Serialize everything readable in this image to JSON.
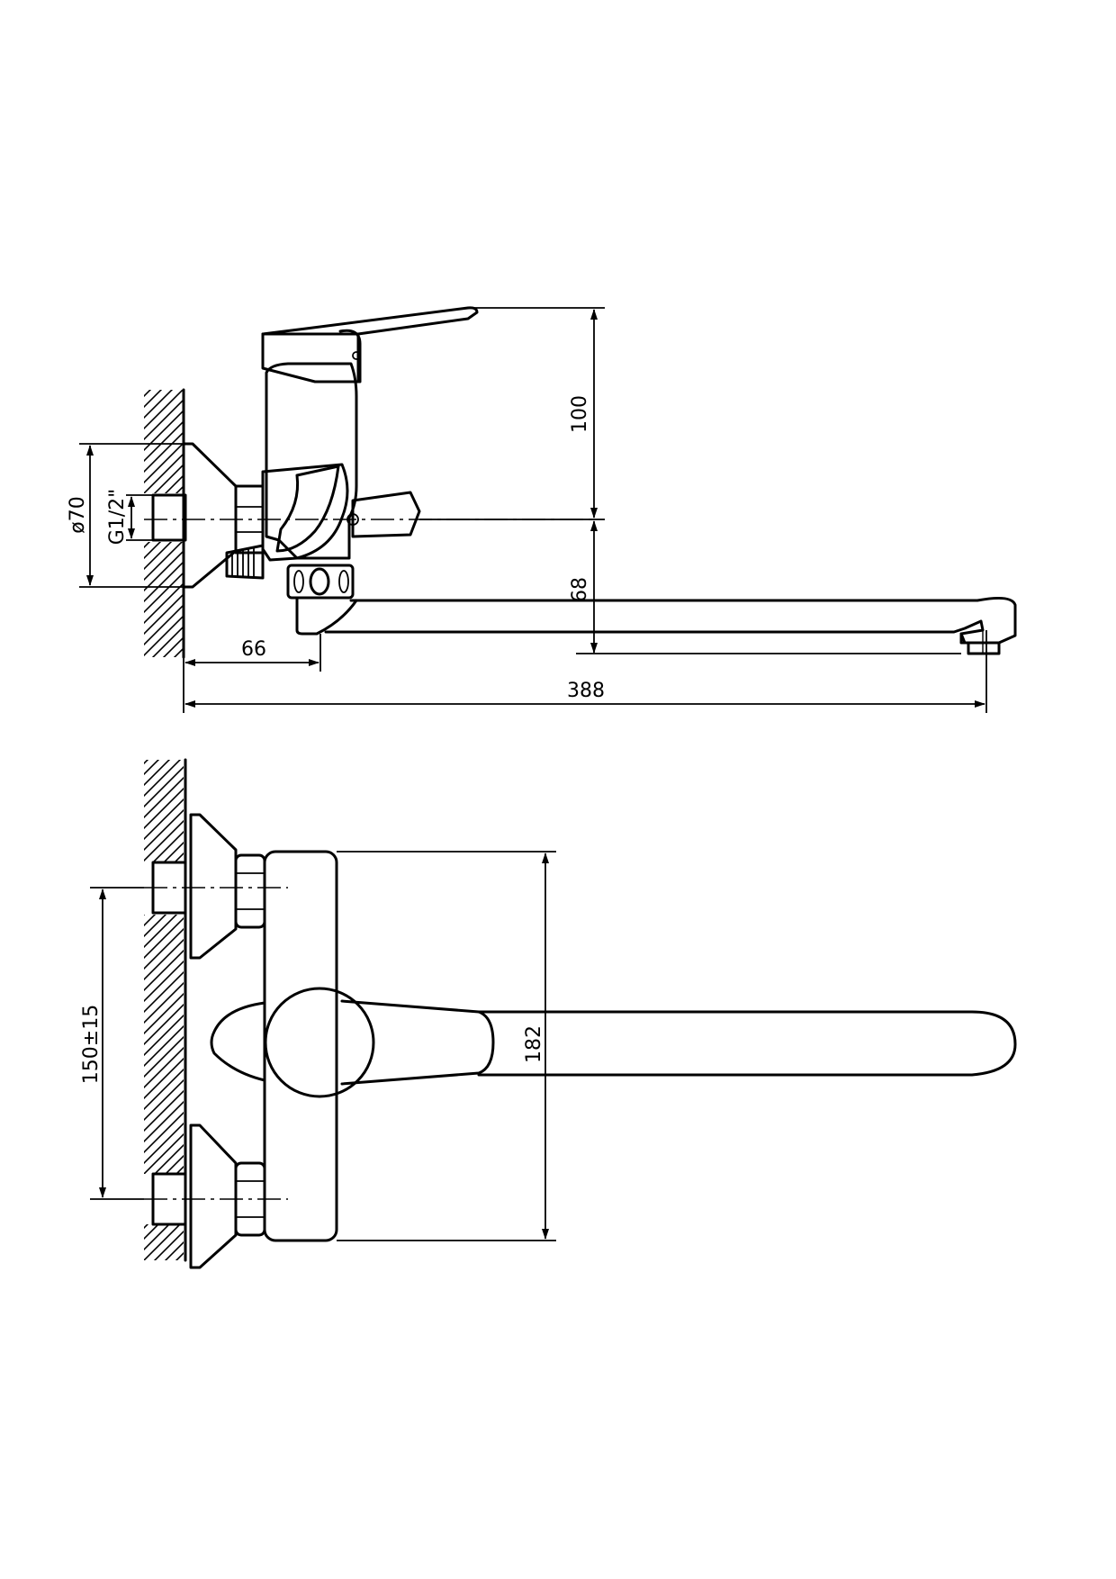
{
  "colors": {
    "line": "#000000",
    "background": "#ffffff"
  },
  "side_view": {
    "dim_height_top": "100",
    "dim_height_spout": "68",
    "dim_wall_to_outlet": "66",
    "dim_total_length": "388",
    "dim_flange_diameter": "ø70",
    "dim_thread": "G1/2\""
  },
  "top_view": {
    "dim_inlet_spacing": "150±15",
    "dim_body_height": "182"
  }
}
